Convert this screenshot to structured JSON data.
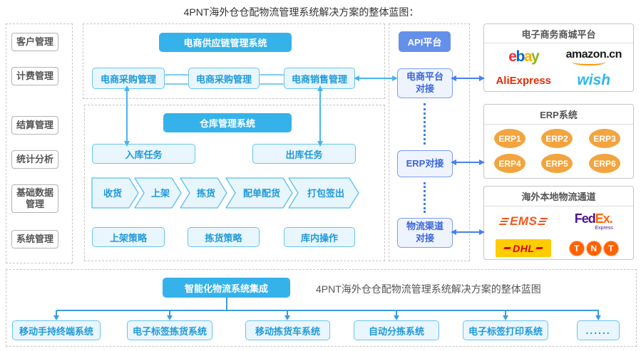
{
  "title": "4PNT海外仓仓配物流管理系统解决方案的整体蓝图：",
  "left_menu": {
    "items": [
      "客户管理",
      "计费管理",
      "结算管理",
      "统计分析",
      "基础数据管理",
      "系统管理"
    ]
  },
  "scm": {
    "header": "电商供应链管理系统",
    "modules": [
      "电商采购管理",
      "电商采购管理",
      "电商销售管理"
    ]
  },
  "wms": {
    "header": "仓库管理系统",
    "inbound": "入库任务",
    "outbound": "出库任务",
    "process_steps": [
      "收货",
      "上架",
      "拣货",
      "配单配货",
      "打包签出"
    ],
    "strategies": [
      "上架策略",
      "拣货策略",
      "库内操作"
    ]
  },
  "api": {
    "header": "API平台",
    "nodes": [
      "电商平台对接",
      "ERP对接",
      "物流渠道对接"
    ]
  },
  "malls": {
    "header": "电子商务商城平台",
    "ebay_letters": [
      "e",
      "b",
      "a",
      "y"
    ],
    "amazon": "amazon.cn",
    "aliexpress": "AliExpress",
    "wish": "wish"
  },
  "erp": {
    "header": "ERP系统",
    "items": [
      "ERP1",
      "ERP2",
      "ERP3",
      "ERP4",
      "ERP5",
      "ERP6"
    ]
  },
  "logistics": {
    "header": "海外本地物流通道",
    "ems": "EMS",
    "fedex_fed": "Fed",
    "fedex_ex": "Ex",
    "fedex_dot": ".",
    "fedex_sub": "Express",
    "dhl": "DHL",
    "tnt_letters": [
      "T",
      "N",
      "T"
    ]
  },
  "integration": {
    "header": "智能化物流系统集成",
    "caption": "4PNT海外仓仓配物流管理系统解决方案的整体蓝图",
    "systems": [
      "移动手持终端系统",
      "电子标签拣货系统",
      "移动拣货车系统",
      "自动分拣系统",
      "电子标签打印系统",
      "......"
    ]
  },
  "colors": {
    "header_blue": "#35b2ea",
    "api_blue": "#6590e9",
    "node_fill": "#e9f6fd",
    "node_border": "#67c4f0",
    "node_text": "#1f9ad8",
    "erp_orange": "#f2a43e",
    "arrow_cyan": "#49b4ec",
    "arrow_blue": "#477ff0",
    "ebay": [
      "#e53238",
      "#0064d2",
      "#f5af02",
      "#86b817"
    ],
    "amazon_smile": "#f79500",
    "aliexpress_red": "#e62e04",
    "wish_blue": "#2fb7ec",
    "fedex_purple": "#4d148c",
    "fedex_orange": "#ff6600",
    "dhl_yellow": "#ffcc00",
    "dhl_red": "#d40511",
    "tnt_orange": "#ff6200",
    "ems_orange": "#f2571d"
  }
}
